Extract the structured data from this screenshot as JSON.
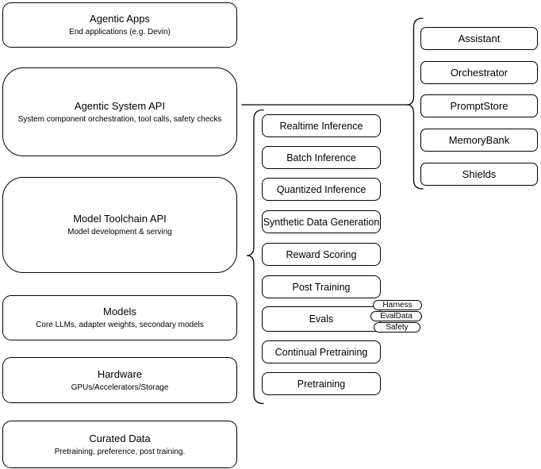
{
  "left_stack": [
    {
      "title": "Agentic Apps",
      "subtitle": "End applications (e.g. Devin)"
    },
    {
      "title": "Agentic System API",
      "subtitle": "System component orchestration, tool calls, safety checks"
    },
    {
      "title": "Model Toolchain API",
      "subtitle": "Model development & serving"
    },
    {
      "title": "Models",
      "subtitle": "Core LLMs, adapter weights, secondary models"
    },
    {
      "title": "Hardware",
      "subtitle": "GPUs/Accelerators/Storage"
    },
    {
      "title": "Curated Data",
      "subtitle": "Pretraining, preference, post training."
    }
  ],
  "toolchain_components": [
    "Realtime Inference",
    "Batch Inference",
    "Quantized Inference",
    "Synthetic Data Generation",
    "Reward Scoring",
    "Post Training",
    "Evals",
    "Continual Pretraining",
    "Pretraining"
  ],
  "evals_sub_components": [
    "Harness",
    "EvalData",
    "Safety"
  ],
  "system_components": [
    "Assistant",
    "Orchestrator",
    "PromptStore",
    "MemoryBank",
    "Shields"
  ],
  "colors": {
    "stroke": "#000000",
    "fill": "#ffffff",
    "background": "#ffffff"
  }
}
